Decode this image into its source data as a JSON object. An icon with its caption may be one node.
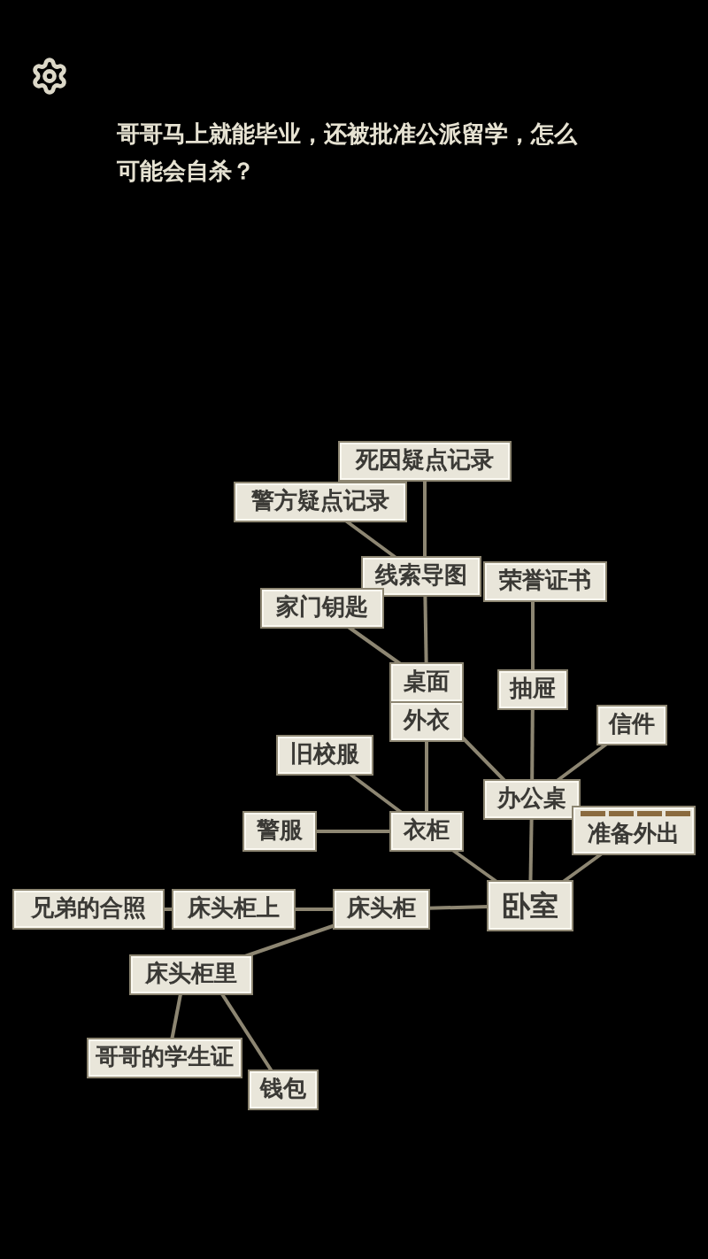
{
  "diagram": {
    "nodes": [
      {
        "text": [
          "死因疑点记录"
        ]
      },
      {
        "text": [
          "警方疑点记录"
        ]
      },
      {
        "text": [
          "线索导图"
        ]
      },
      {
        "text": [
          "荣誉证书"
        ]
      },
      {
        "text": [
          "家门钥匙"
        ]
      },
      {
        "text": [
          "桌面"
        ]
      },
      {
        "text": [
          "外衣"
        ]
      },
      {
        "text": [
          "抽屉"
        ]
      },
      {
        "text": [
          "信件"
        ]
      },
      {
        "text": [
          "旧校服"
        ]
      },
      {
        "text": [
          "办公桌"
        ]
      },
      {
        "text": [
          "警服"
        ]
      },
      {
        "text": [
          "衣柜"
        ]
      },
      {
        "text": [
          "准备外出"
        ]
      },
      {
        "text": [
          "卧室"
        ]
      },
      {
        "text": [
          "兄弟的合照"
        ]
      },
      {
        "text": [
          "床头柜上"
        ]
      },
      {
        "text": [
          "床头柜"
        ]
      },
      {
        "text": [
          "床头柜里"
        ]
      },
      {
        "text": [
          "哥哥的学生证"
        ]
      },
      {
        "text": [
          "钱包"
        ]
      }
    ],
    "edges": [
      {
        "from": 0,
        "to": 2,
        "arrow": "none"
      },
      {
        "from": 1,
        "to": 2,
        "arrow": "none"
      },
      {
        "from": 2,
        "to": 5,
        "arrow": "none"
      },
      {
        "from": 4,
        "to": 5,
        "arrow": "none"
      },
      {
        "from": 3,
        "to": 7,
        "arrow": "none"
      },
      {
        "from": 7,
        "to": 10,
        "arrow": "none"
      },
      {
        "from": 6,
        "to": 10,
        "arrow": "none"
      },
      {
        "from": 8,
        "to": 10,
        "arrow": "none"
      },
      {
        "from": 9,
        "to": 12,
        "arrow": "none"
      },
      {
        "from": 11,
        "to": 12,
        "arrow": "none"
      },
      {
        "from": 6,
        "to": 12,
        "arrow": "none"
      },
      {
        "from": 10,
        "to": 14,
        "arrow": "none"
      },
      {
        "from": 13,
        "to": 14,
        "arrow": "none"
      },
      {
        "from": 12,
        "to": 14,
        "arrow": "none"
      },
      {
        "from": 15,
        "to": 16,
        "arrow": "none"
      },
      {
        "from": 16,
        "to": 17,
        "arrow": "none"
      },
      {
        "from": 17,
        "to": 14,
        "arrow": "none"
      },
      {
        "from": 17,
        "to": 18,
        "arrow": "none"
      },
      {
        "from": 18,
        "to": 19,
        "arrow": "none"
      },
      {
        "from": 18,
        "to": 20,
        "arrow": "none"
      }
    ],
    "labels": [
      "哥哥马上就能毕业，还被批准公派留学，怎么可能会自杀？"
    ]
  }
}
